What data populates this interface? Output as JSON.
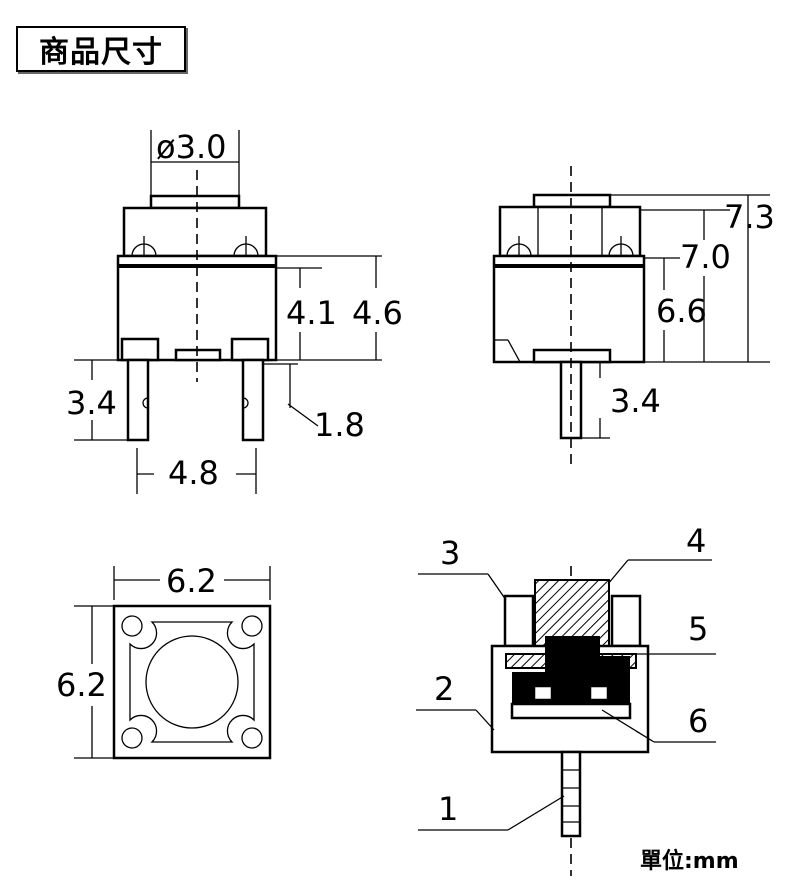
{
  "title": "商品尺寸",
  "unit_label": "單位:mm",
  "front_view": {
    "diameter": "ø3.0",
    "height_body": "4.1",
    "height_total": "4.6",
    "pin_length": "3.4",
    "pin_width": "1.8",
    "pin_spacing": "4.8"
  },
  "side_view": {
    "h1": "7.3",
    "h2": "7.0",
    "h3": "6.6",
    "pin_length": "3.4"
  },
  "top_view": {
    "width": "6.2",
    "depth": "6.2"
  },
  "section_view": {
    "labels": [
      "1",
      "2",
      "3",
      "4",
      "5",
      "6"
    ]
  }
}
